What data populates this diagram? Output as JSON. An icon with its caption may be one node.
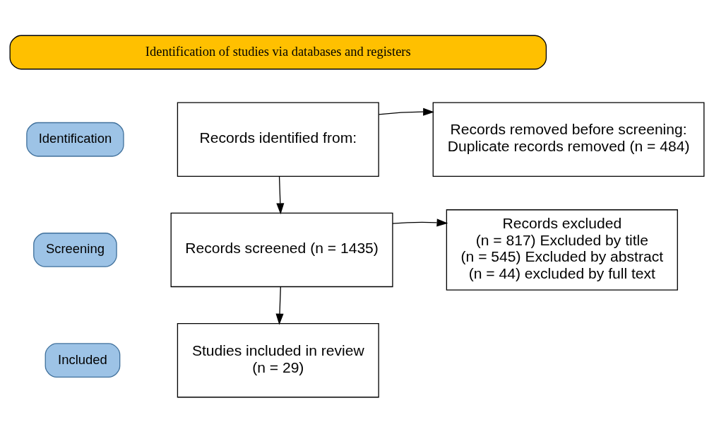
{
  "diagram": {
    "nodes": [
      {
        "text": [
          "Identification of studies via databases and registers"
        ]
      },
      {
        "text": [
          "Identification"
        ]
      },
      {
        "text": [
          "Records identified from:"
        ]
      },
      {
        "text": [
          "Records removed before screening:",
          "Duplicate records removed (n = 484)"
        ]
      },
      {
        "text": [
          "Screening"
        ]
      },
      {
        "text": [
          "Records screened (n = 1435)"
        ]
      },
      {
        "text": [
          "Records excluded",
          "(n = 817) Excluded by title",
          "(n = 545) Excluded by abstract",
          "(n = 44) excluded by full text"
        ]
      },
      {
        "text": [
          "Included"
        ]
      },
      {
        "text": [
          "Studies included in review",
          "(n = 29)"
        ]
      }
    ],
    "edges": [
      {
        "from": 2,
        "to": 3,
        "arrow": "to"
      },
      {
        "from": 2,
        "to": 5,
        "arrow": "to"
      },
      {
        "from": 5,
        "to": 6,
        "arrow": "to"
      },
      {
        "from": 5,
        "to": 8,
        "arrow": "to"
      }
    ]
  }
}
